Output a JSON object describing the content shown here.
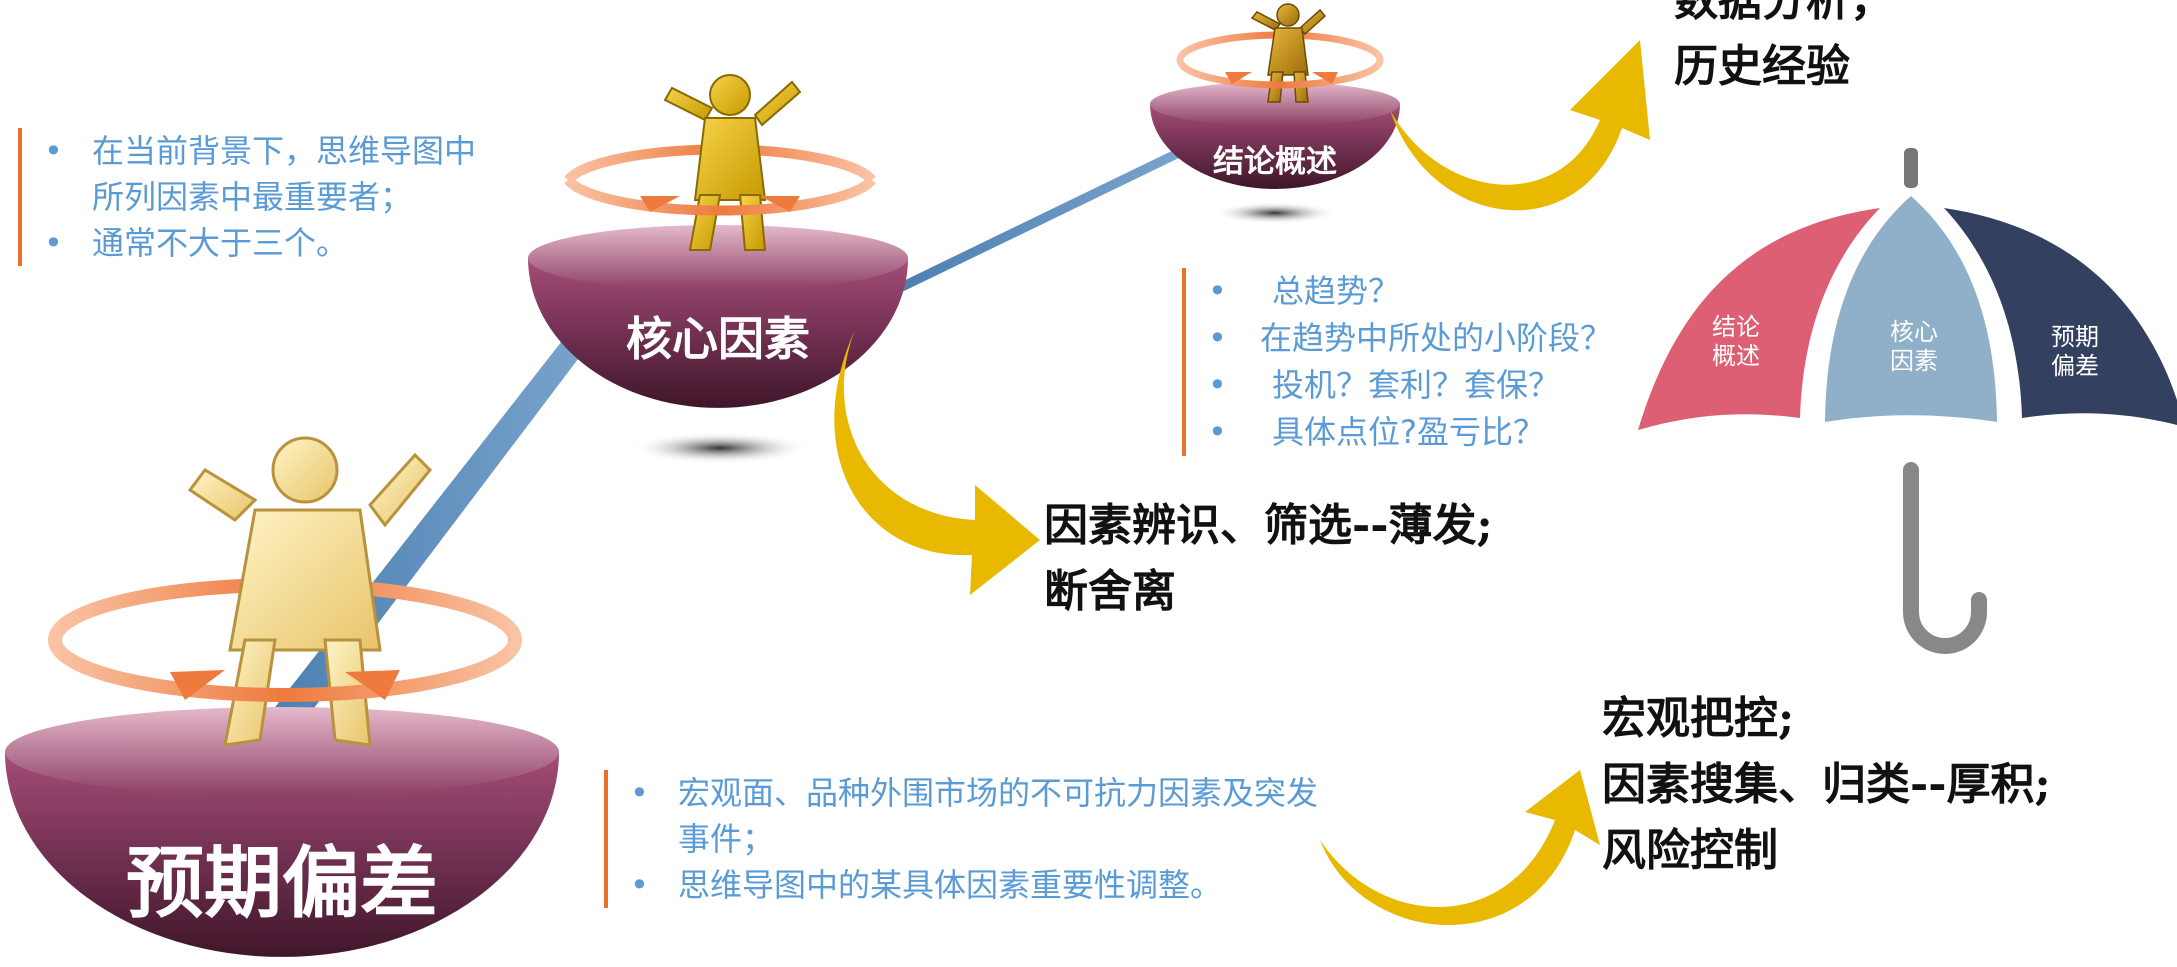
{
  "stages": {
    "expectation_bias": "预期偏差",
    "core_factors": "核心因素",
    "conclusion": "结论概述"
  },
  "bullets_core": [
    "在当前背景下，思维导图中所列因素中最重要者；",
    "通常不大于三个。"
  ],
  "bullets_conclusion": [
    "总趋势？",
    "在趋势中所处的小阶段？",
    "投机？套利？套保？",
    "具体点位?盈亏比？"
  ],
  "bullets_expectation": [
    "宏观面、品种外围市场的不可抗力因素及突发事件；",
    "思维导图中的某具体因素重要性调整。"
  ],
  "notes": {
    "top_right": [
      "数据分析，",
      "历史经验"
    ],
    "middle": [
      "因素辨识、筛选--薄发;",
      "断舍离"
    ],
    "bottom_right": [
      "宏观把控;",
      "因素搜集、归类--厚积;",
      "风险控制"
    ]
  },
  "umbrella": {
    "left": "结论\n概述",
    "middle": "核心\n因素",
    "right": "预期\n偏差"
  },
  "colors": {
    "bowl": "#6d2e4e",
    "ramp": "#5b8dbd",
    "arrow": "#e9b800",
    "bullet_text": "#5b9bd5",
    "accent_rule": "#e9722a",
    "umbrella_left": "#dd5f74",
    "umbrella_middle": "#8fb0c8",
    "umbrella_right": "#33405f"
  }
}
